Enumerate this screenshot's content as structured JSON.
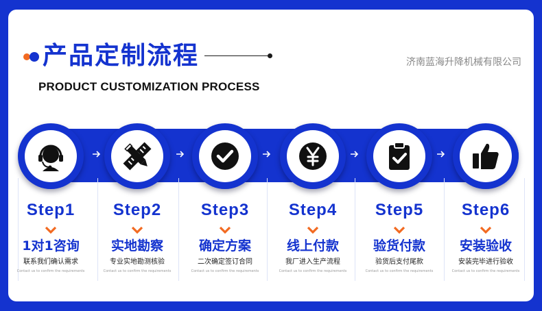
{
  "header": {
    "title_cn": "产品定制流程",
    "title_en": "PRODUCT CUSTOMIZATION PROCESS",
    "company": "济南蓝海升降机械有限公司"
  },
  "colors": {
    "brand_blue": "#1433cf",
    "accent_orange": "#f26a21",
    "text_dark": "#111111",
    "text_gray": "#888888"
  },
  "steps": [
    {
      "label": "Step1",
      "title": "1对1咨询",
      "subtitle": "联系我们确认需求",
      "note": "Contact us to confirm the requirements",
      "icon": "headset-icon"
    },
    {
      "label": "Step2",
      "title": "实地勘察",
      "subtitle": "专业实地勘测核验",
      "note": "Contact us to confirm the requirements",
      "icon": "pencil-ruler-icon"
    },
    {
      "label": "Step3",
      "title": "确定方案",
      "subtitle": "二次确定签订合同",
      "note": "Contact us to confirm the requirements",
      "icon": "check-circle-icon"
    },
    {
      "label": "Step4",
      "title": "线上付款",
      "subtitle": "我厂进入生产流程",
      "note": "Contact us to confirm the requirements",
      "icon": "yen-coin-icon"
    },
    {
      "label": "Step5",
      "title": "验货付款",
      "subtitle": "验货后支付尾款",
      "note": "Contact us to confirm the requirements",
      "icon": "clipboard-check-icon"
    },
    {
      "label": "Step6",
      "title": "安装验收",
      "subtitle": "安装完毕进行验收",
      "note": "Contact us to confirm the requirements",
      "icon": "thumbs-up-icon"
    }
  ]
}
